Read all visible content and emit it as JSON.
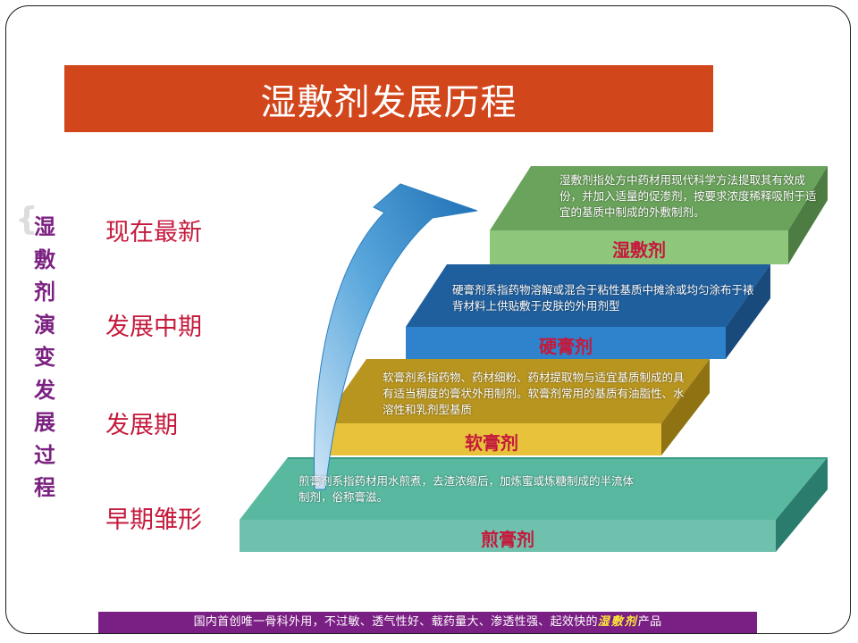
{
  "title": "湿敷剂发展历程",
  "side_title": [
    "湿",
    "敷",
    "剂",
    "演",
    "变",
    "发",
    "展",
    "过",
    "程"
  ],
  "stages": [
    "现在最新",
    "发展中期",
    "发展期",
    "早期雏形"
  ],
  "steps": [
    {
      "name": "湿敷剂",
      "color": "#7fb36a",
      "desc": "湿敷剂指处方中药材用现代科学方法提取其有效成份，并加入适量的促渗剂，按要求浓度稀释吸附于适宜的基质中制成的外敷制剂。"
    },
    {
      "name": "硬膏剂",
      "color": "#2e7fc2",
      "desc": "硬膏剂系指药物溶解或混合于粘性基质中摊涂或均匀涂布于裱背材料上供贴敷于皮肤的外用剂型"
    },
    {
      "name": "软膏剂",
      "color": "#d7ae2a",
      "desc": "软膏剂系指药物、药材细粉、药材提取物与适宜基质制成的具有适当稠度的膏状外用制剂。软膏剂常用的基质有油脂性、水溶性和乳剂型基质"
    },
    {
      "name": "煎膏剂",
      "color": "#2e9c86",
      "desc": "煎膏剂系指药材用水煎煮，去渣浓缩后，加炼蜜或炼糖制成的半流体制剂，俗称膏滋。"
    }
  ],
  "footer": {
    "text": "国内首创唯一骨科外用，不过敏、透气性好、载药量大、渗透性强、起效快的",
    "highlight": "湿敷剂",
    "suffix": "产品"
  }
}
